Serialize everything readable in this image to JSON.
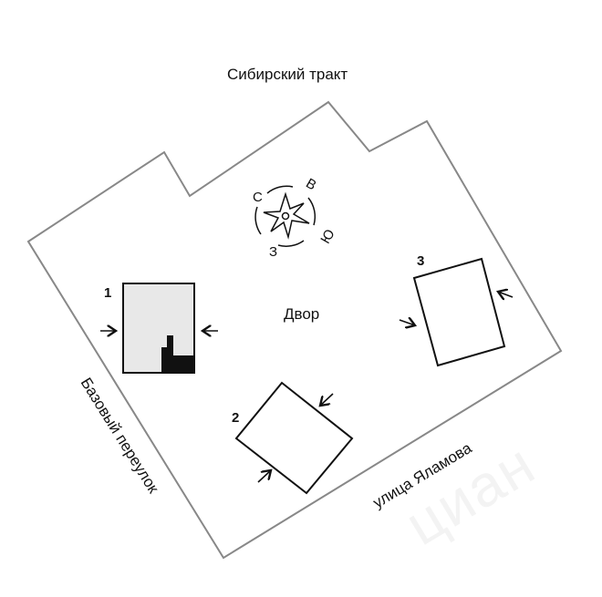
{
  "streets": {
    "top": "Сибирский тракт",
    "left": "Базовый переулок",
    "bottom": "улица Яламова"
  },
  "yard_label": "Двор",
  "buildings": [
    {
      "number": "1"
    },
    {
      "number": "2"
    },
    {
      "number": "3"
    }
  ],
  "compass": {
    "north": "С",
    "east": "В",
    "south": "Ю",
    "west": "З"
  },
  "watermark": "циан",
  "colors": {
    "outline": "#888888",
    "building_fill": "#e8e8e8",
    "ink": "#111111"
  }
}
